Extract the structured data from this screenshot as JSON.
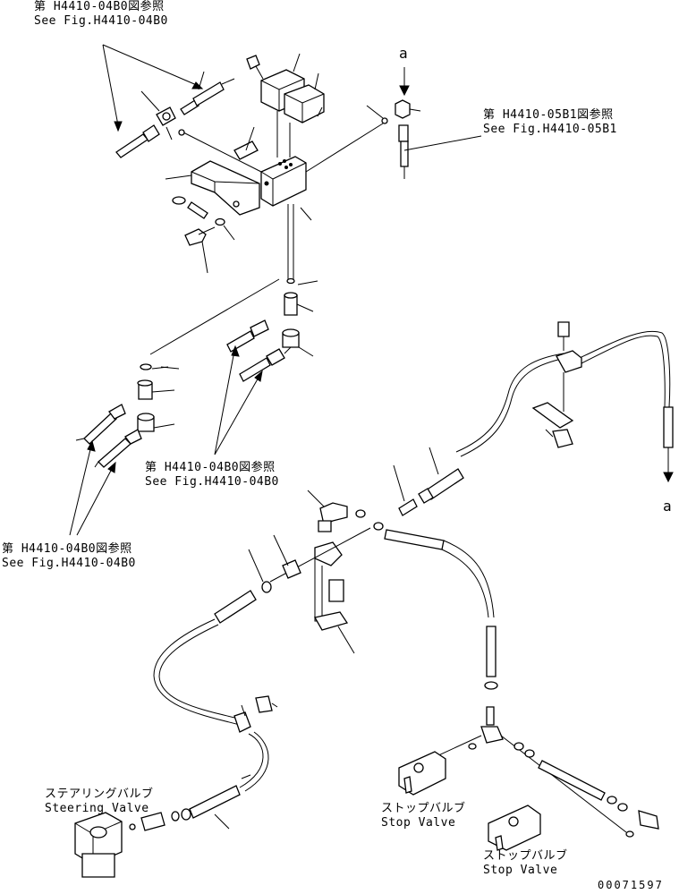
{
  "references": {
    "top_left": {
      "jp": "第 H4410-04B0図参照",
      "en": "See Fig.H4410-04B0"
    },
    "top_right": {
      "jp": "第 H4410-05B1図参照",
      "en": "See Fig.H4410-05B1"
    },
    "middle": {
      "jp": "第 H4410-04B0図参照",
      "en": "See Fig.H4410-04B0"
    },
    "left": {
      "jp": "第 H4410-04B0図参照",
      "en": "See Fig.H4410-04B0"
    }
  },
  "components": {
    "steering_valve": {
      "jp": "ステアリングバルブ",
      "en": "Steering Valve"
    },
    "stop_valve_1": {
      "jp": "ストップバルブ",
      "en": "Stop Valve"
    },
    "stop_valve_2": {
      "jp": "ストップバルブ",
      "en": "Stop Valve"
    }
  },
  "connectors": {
    "top": "a",
    "right": "a"
  },
  "drawing_number": "00071597"
}
